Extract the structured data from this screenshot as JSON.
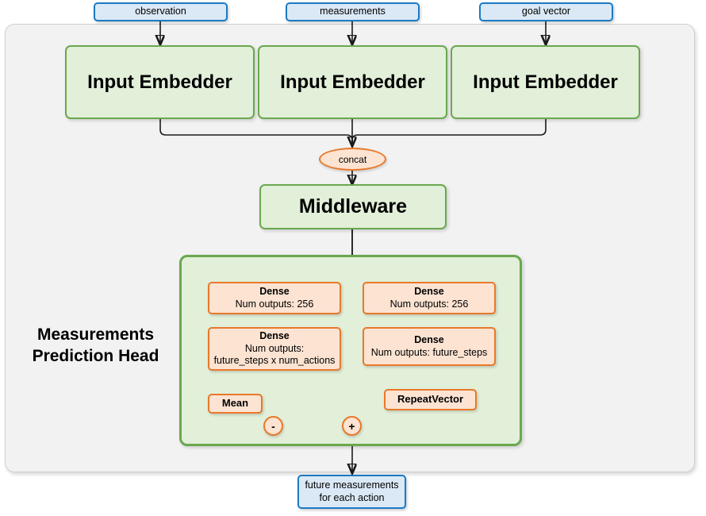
{
  "diagram": {
    "title": "Measurements Prediction Head",
    "colors": {
      "outer_container_fill": "#f2f2f2",
      "outer_container_border": "#cfcfcf",
      "io_fill": "#dbe9f7",
      "io_border": "#1b7ac4",
      "green_fill": "#e2efd9",
      "green_border": "#6aa84f",
      "orange_fill": "#fce3d2",
      "orange_border": "#e8792a",
      "edge_color": "#1a1a1a"
    }
  },
  "inputs": [
    {
      "label": "observation"
    },
    {
      "label": "measurements"
    },
    {
      "label": "goal vector"
    }
  ],
  "embedders": [
    {
      "label": "Input Embedder"
    },
    {
      "label": "Input Embedder"
    },
    {
      "label": "Input Embedder"
    }
  ],
  "concat": {
    "label": "concat"
  },
  "middleware": {
    "label": "Middleware"
  },
  "head": {
    "label_line1": "Measurements",
    "label_line2": "Prediction Head",
    "left_branch": {
      "dense1": {
        "title": "Dense",
        "sub": "Num outputs: 256"
      },
      "dense2": {
        "title": "Dense",
        "sub_line1": "Num outputs:",
        "sub_line2": "future_steps x num_actions"
      },
      "mean": {
        "label": "Mean"
      },
      "operator": {
        "label": "-"
      }
    },
    "right_branch": {
      "dense1": {
        "title": "Dense",
        "sub": "Num outputs: 256"
      },
      "dense2": {
        "title": "Dense",
        "sub": "Num outputs: future_steps"
      },
      "repeat_vector": {
        "label": "RepeatVector"
      },
      "operator": {
        "label": "+"
      }
    }
  },
  "output": {
    "line1": "future measurements",
    "line2": "for each action"
  }
}
